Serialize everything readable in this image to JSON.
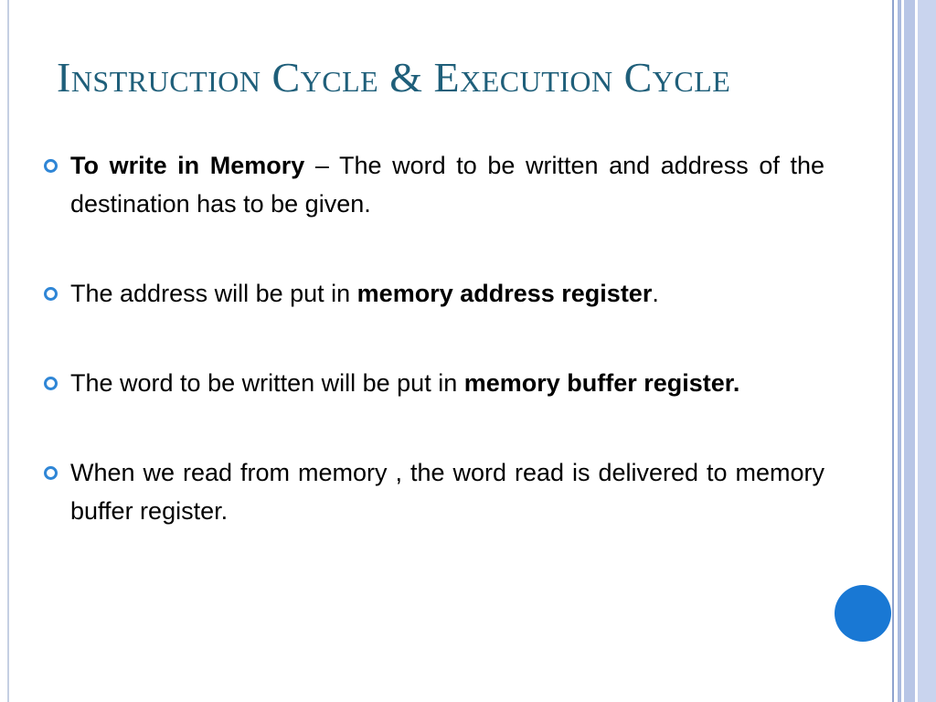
{
  "slide": {
    "title": "Instruction Cycle & Execution Cycle",
    "bullets": [
      {
        "bold": "To write in Memory",
        "text": " – The word to be written and address of the destination has to be given."
      },
      {
        "text": "The address will be put in ",
        "bold": "memory address register",
        "tail": "."
      },
      {
        "text": "The word to be written will be put in ",
        "bold": "memory buffer register."
      },
      {
        "text": "When we read from memory , the word read is delivered to memory buffer register."
      }
    ]
  },
  "colors": {
    "title": "#1f5f7a",
    "bullet_marker": "#2f86d6",
    "corner_dot": "#1978d4",
    "side_bands": "#b8c6e6"
  }
}
